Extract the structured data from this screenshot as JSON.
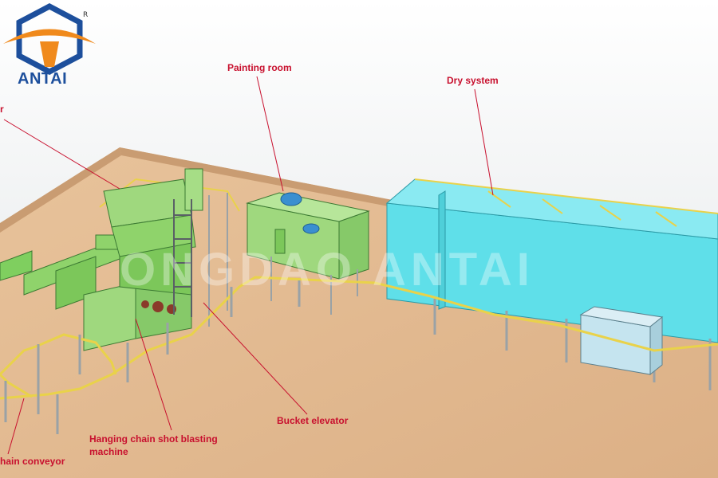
{
  "brand": {
    "name": "ANTAI",
    "registered_mark": "R",
    "colors": {
      "blue": "#1d4f9c",
      "orange": "#f08a1c"
    }
  },
  "watermark": "ONGDAO ANTAI",
  "labels": {
    "painting_room": "Painting room",
    "dry_system": "Dry system",
    "bucket_elevator": "Bucket elevator",
    "shot_blasting_line1": "Hanging chain shot blasting",
    "shot_blasting_line2": "machine",
    "chain_conveyor": "hain conveyor",
    "cut_label_fragment": "r"
  },
  "colors": {
    "label_red": "#c8102e",
    "floor": "#e2b98e",
    "machine_green": "#8fd36b",
    "dryer_cyan": "#5fdfe9",
    "conveyor_yellow": "#e9d24a",
    "column_grey": "#9aa2a6"
  }
}
